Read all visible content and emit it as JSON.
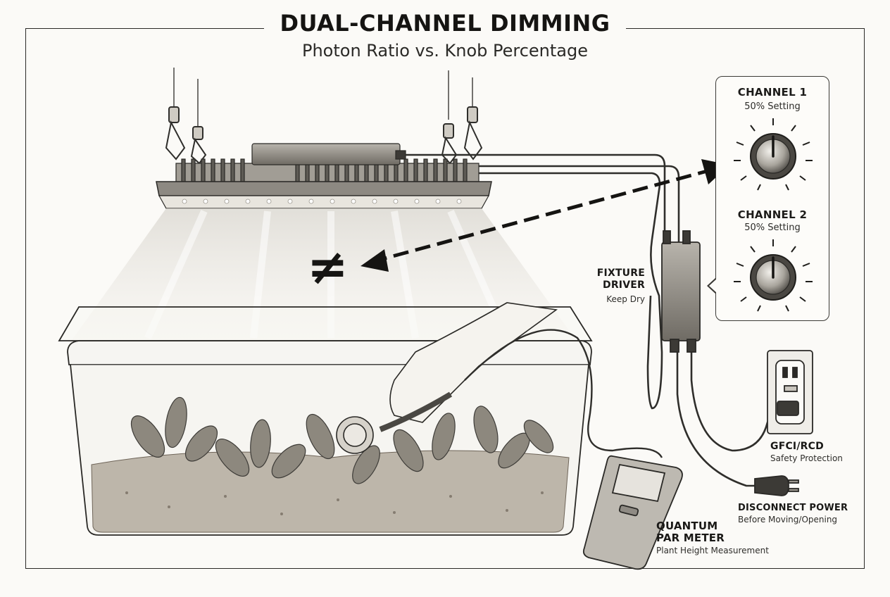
{
  "title": "DUAL-CHANNEL DIMMING",
  "subtitle": "Photon Ratio vs. Knob Percentage",
  "symbol": "≠",
  "channels": [
    {
      "label": "CHANNEL 1",
      "setting": "50% Setting",
      "knob_level_percent": 50
    },
    {
      "label": "CHANNEL 2",
      "setting": "50% Setting",
      "knob_level_percent": 50
    }
  ],
  "labels": {
    "driver_title_line1": "FIXTURE",
    "driver_title_line2": "DRIVER",
    "driver_note": "Keep Dry",
    "gfci_title": "GFCI/RCD",
    "gfci_note": "Safety Protection",
    "disconnect_title": "DISCONNECT POWER",
    "disconnect_note": "Before Moving/Opening",
    "meter_title_line1": "QUANTUM",
    "meter_title_line2": "PAR METER",
    "meter_note": "Plant Height Measurement"
  },
  "colors": {
    "ink": "#1c1b19",
    "paper": "#fbfaf7",
    "metal": "#8a8781",
    "soil": "#6e6458",
    "leaf": "#7f7a70"
  }
}
